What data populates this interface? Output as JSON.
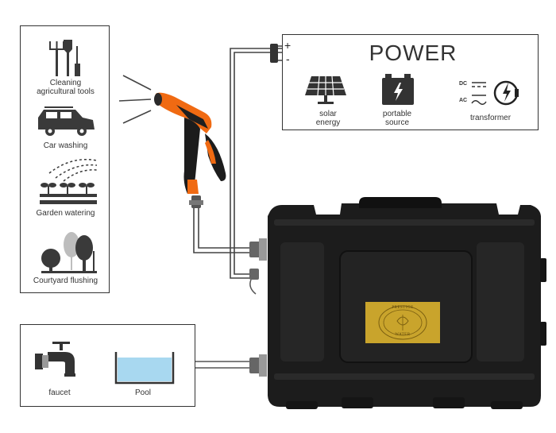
{
  "uses": {
    "items": [
      {
        "label": "Cleaning\nagricultural tools",
        "icon": "tools-icon"
      },
      {
        "label": "Car washing",
        "icon": "car-icon"
      },
      {
        "label": "Garden watering",
        "icon": "garden-watering-icon"
      },
      {
        "label": "Courtyard flushing",
        "icon": "trees-icon"
      }
    ]
  },
  "power": {
    "title": "POWER",
    "plus": "+",
    "minus": "-",
    "sources": [
      {
        "label": "solar\nenergy",
        "icon": "solar-panel-icon"
      },
      {
        "label": "portable\nsource",
        "icon": "battery-icon"
      },
      {
        "label": "transformer",
        "icon": "transformer-plug-icon"
      }
    ],
    "dc_label": "DC",
    "ac_label": "AC"
  },
  "water_source": {
    "items": [
      {
        "label": "faucet",
        "icon": "faucet-icon"
      },
      {
        "label": "Pool",
        "icon": "pool-icon"
      }
    ]
  },
  "device": {
    "badge_line1": "PRESTIGE",
    "badge_line2": "WATER",
    "badge_color": "#c9a42c",
    "case_color": "#1c1c1c"
  },
  "colors": {
    "nozzle_orange": "#f06a12",
    "pool_water": "#a8d8f0"
  }
}
